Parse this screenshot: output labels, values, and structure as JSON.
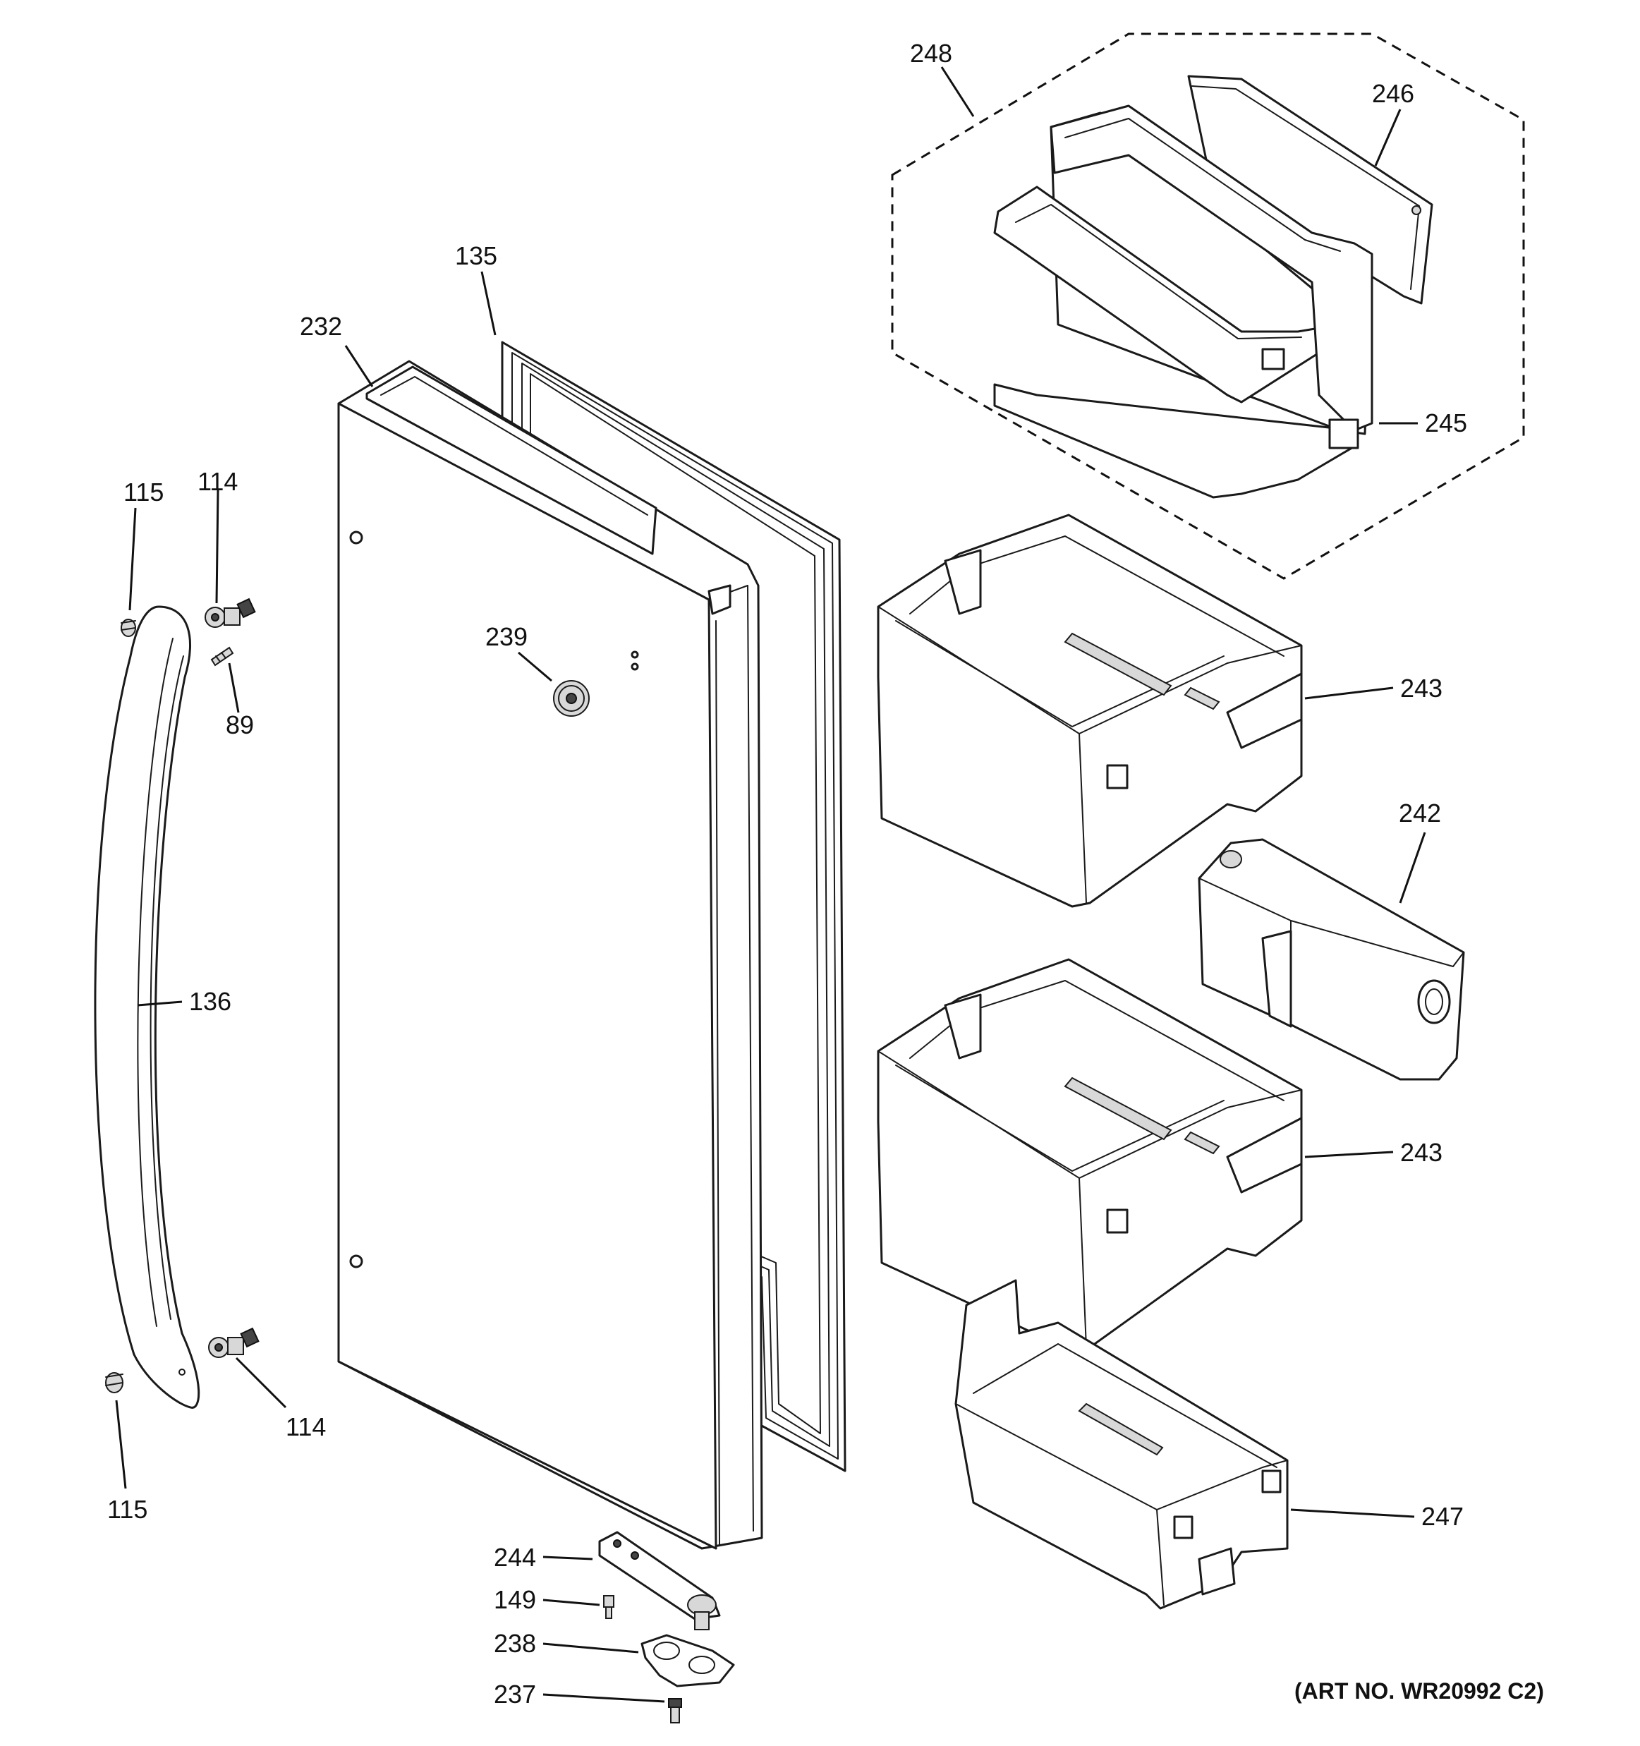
{
  "diagram": {
    "art_number": "(ART NO. WR20992 C2)",
    "callouts": {
      "c248": "248",
      "c246": "246",
      "c245": "245",
      "c135": "135",
      "c232": "232",
      "c115_top": "115",
      "c114_top": "114",
      "c89": "89",
      "c239": "239",
      "c243_top": "243",
      "c242": "242",
      "c136": "136",
      "c243_bottom": "243",
      "c114_bottom": "114",
      "c115_bottom": "115",
      "c247": "247",
      "c244": "244",
      "c149": "149",
      "c238": "238",
      "c237": "237"
    },
    "parts": [
      {
        "id": "248",
        "name": "shelf assembly (dashed group)"
      },
      {
        "id": "246",
        "name": "bin cover"
      },
      {
        "id": "245",
        "name": "shelf / bin"
      },
      {
        "id": "135",
        "name": "door gasket"
      },
      {
        "id": "232",
        "name": "door"
      },
      {
        "id": "115",
        "name": "set screw"
      },
      {
        "id": "114",
        "name": "handle mounting stud"
      },
      {
        "id": "89",
        "name": "screw"
      },
      {
        "id": "239",
        "name": "badge"
      },
      {
        "id": "243",
        "name": "door bin"
      },
      {
        "id": "242",
        "name": "small door bin"
      },
      {
        "id": "136",
        "name": "door handle"
      },
      {
        "id": "247",
        "name": "door bin"
      },
      {
        "id": "244",
        "name": "hinge"
      },
      {
        "id": "149",
        "name": "screw"
      },
      {
        "id": "238",
        "name": "hinge bracket"
      },
      {
        "id": "237",
        "name": "screw"
      }
    ]
  }
}
